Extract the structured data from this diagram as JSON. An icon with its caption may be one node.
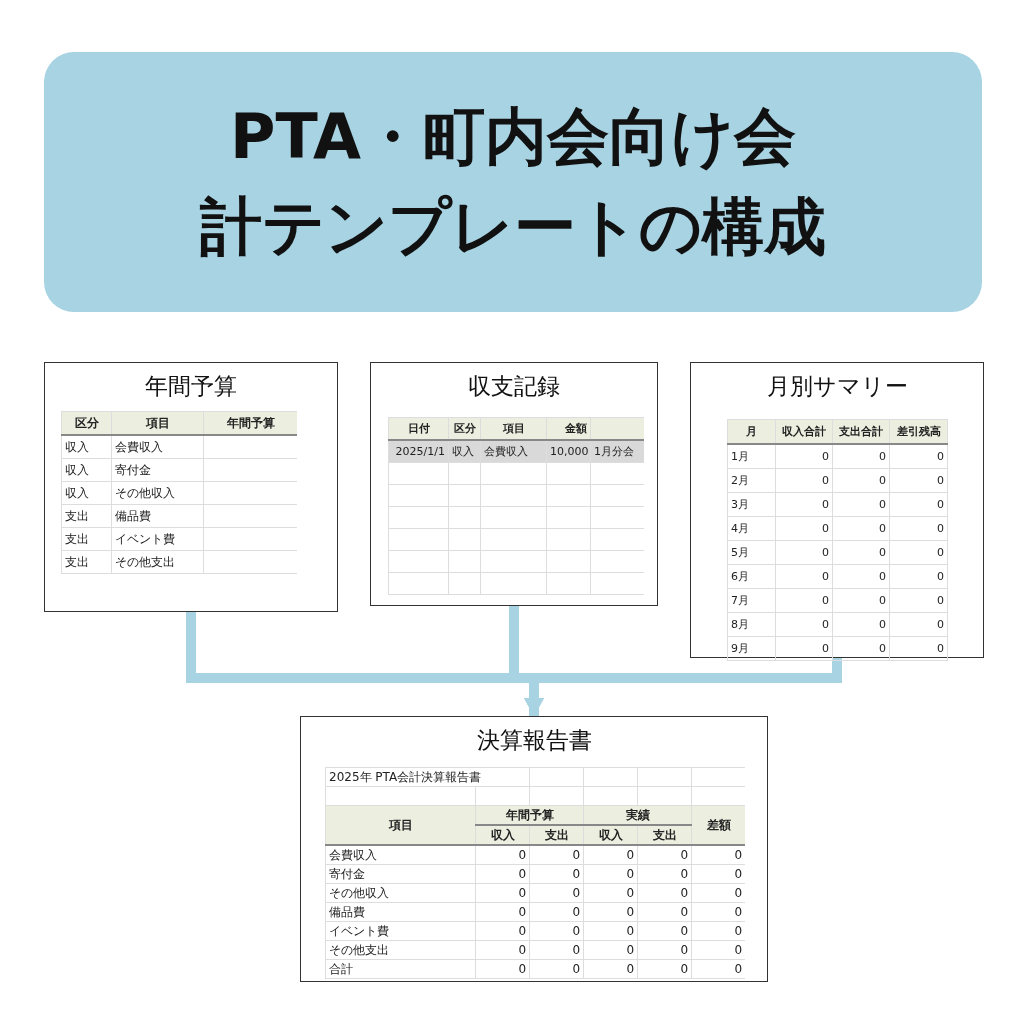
{
  "diagram": {
    "title": "PTA・町内会向け会計テンプレートの構成",
    "nodes": [
      {
        "text": [
          "年間予算"
        ]
      },
      {
        "text": [
          "収支記録"
        ]
      },
      {
        "text": [
          "月別サマリー"
        ]
      },
      {
        "text": [
          "決算報告書"
        ]
      }
    ],
    "edges": [
      {
        "from": 0,
        "to": 3,
        "arrow": "to"
      },
      {
        "from": 1,
        "to": 3,
        "arrow": "to"
      },
      {
        "from": 2,
        "to": 3,
        "arrow": "to"
      }
    ],
    "labels": [
      "区分",
      "項目",
      "年間予算",
      "収入",
      "会費収入",
      "収入",
      "寄付金",
      "収入",
      "その他収入",
      "支出",
      "備品費",
      "支出",
      "イベント費",
      "支出",
      "その他支出",
      "日付",
      "区分",
      "項目",
      "金額",
      "2025/1/1",
      "収入",
      "会費収入",
      "10,000",
      "1月分会",
      "月",
      "収入合計",
      "支出合計",
      "差引残高",
      "1月",
      "0",
      "0",
      "0",
      "2月",
      "0",
      "0",
      "0",
      "3月",
      "0",
      "0",
      "0",
      "4月",
      "0",
      "0",
      "0",
      "5月",
      "0",
      "0",
      "0",
      "6月",
      "0",
      "0",
      "0",
      "7月",
      "0",
      "0",
      "0",
      "8月",
      "0",
      "0",
      "0",
      "9月",
      "0",
      "0",
      "0",
      "2025年 PTA会計決算報告書",
      "項目",
      "年間予算",
      "実績",
      "差額",
      "収入",
      "支出",
      "収入",
      "支出",
      "会費収入",
      "0",
      "0",
      "0",
      "0",
      "0",
      "寄付金",
      "0",
      "0",
      "0",
      "0",
      "0",
      "その他収入",
      "0",
      "0",
      "0",
      "0",
      "0",
      "備品費",
      "0",
      "0",
      "0",
      "0",
      "0",
      "イベント費",
      "0",
      "0",
      "0",
      "0",
      "0",
      "その他支出",
      "0",
      "0",
      "0",
      "0",
      "0",
      "合計",
      "0",
      "0",
      "0",
      "0",
      "0"
    ]
  }
}
